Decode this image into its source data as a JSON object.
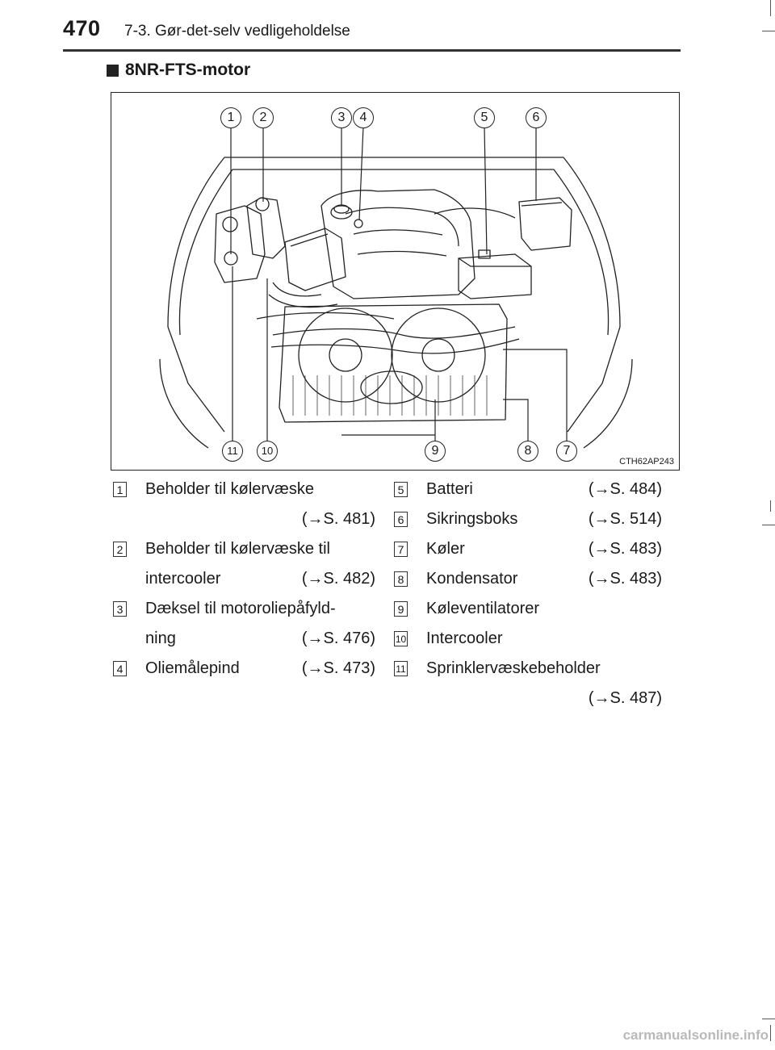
{
  "header": {
    "page_number": "470",
    "section_title": "7-3. Gør-det-selv vedligeholdelse"
  },
  "subheading": "8NR-FTS-motor",
  "figure": {
    "code": "CTH62AP243",
    "callouts": [
      "1",
      "2",
      "3",
      "4",
      "5",
      "6",
      "7",
      "8",
      "9",
      "10",
      "11"
    ]
  },
  "legend_left": [
    {
      "num": "1",
      "line1": "Beholder til kølervæske",
      "ref": "(→S. 481)"
    },
    {
      "num": "2",
      "line1": "Beholder til kølervæske til",
      "line2": "intercooler",
      "ref": "(→S. 482)"
    },
    {
      "num": "3",
      "line1": "Dæksel til motoroliepåfyld-",
      "line2": "ning",
      "ref": "(→S. 476)"
    },
    {
      "num": "4",
      "line1": "Oliemålepind",
      "ref": "(→S. 473)"
    }
  ],
  "legend_right": [
    {
      "num": "5",
      "label": "Batteri",
      "ref": "(→S. 484)"
    },
    {
      "num": "6",
      "label": "Sikringsboks",
      "ref": "(→S. 514)"
    },
    {
      "num": "7",
      "label": "Køler",
      "ref": "(→S. 483)"
    },
    {
      "num": "8",
      "label": "Kondensator",
      "ref": "(→S. 483)"
    },
    {
      "num": "9",
      "label": "Køleventilatorer",
      "ref": ""
    },
    {
      "num": "10",
      "label": "Intercooler",
      "ref": ""
    },
    {
      "num": "11",
      "label": "Sprinklervæskebeholder",
      "ref": "(→S. 487)"
    }
  ],
  "footer": {
    "watermark": "carmanualsonline.info"
  }
}
